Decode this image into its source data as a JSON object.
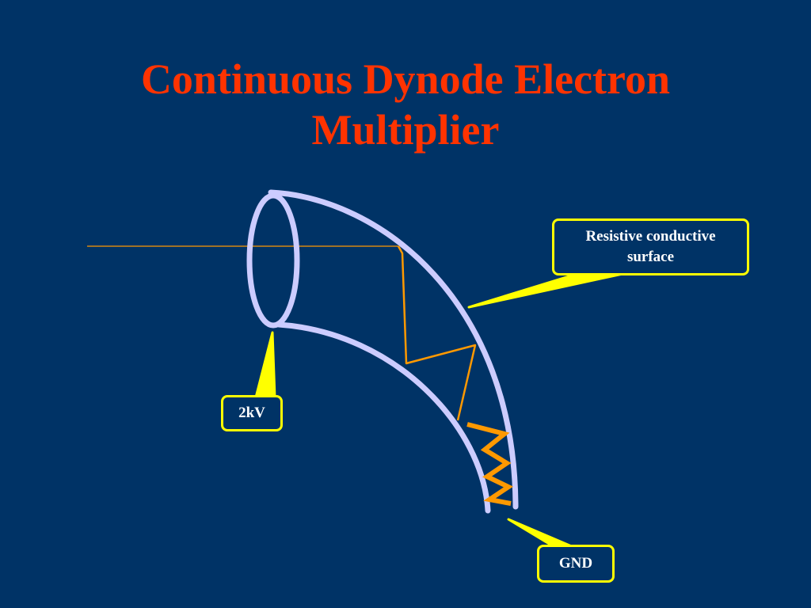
{
  "title": {
    "line1": "Continuous Dynode Electron",
    "line2": "Multiplier"
  },
  "labels": {
    "resistive": "Resistive conductive surface",
    "hv": "2kV",
    "gnd": "GND"
  },
  "colors": {
    "background": "#003366",
    "title": "#ff3300",
    "tube": "#ccccff",
    "electron_path": "#ff9900",
    "callout_border": "#ffff00",
    "callout_text": "#ffffff"
  }
}
